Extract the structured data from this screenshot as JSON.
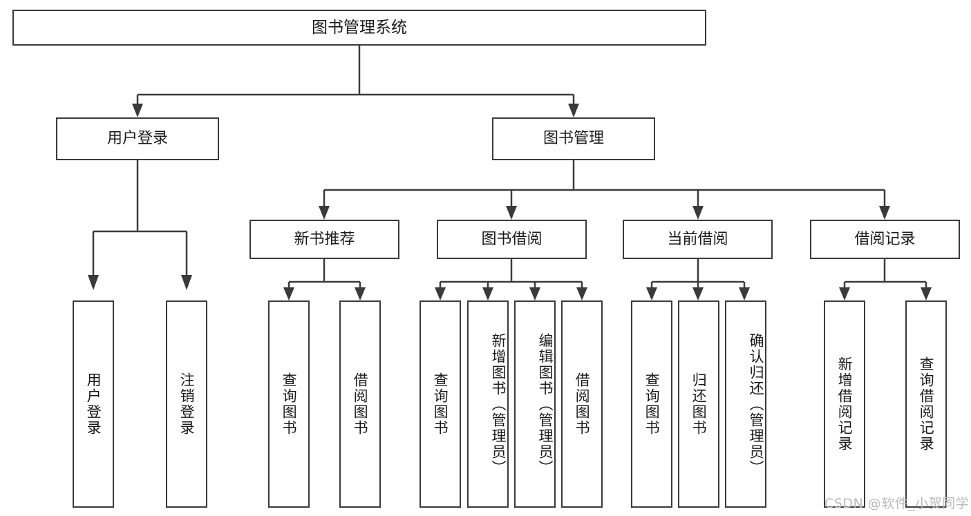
{
  "diagram": {
    "title": "图书管理系统",
    "type": "tree-hierarchy-chart",
    "watermark": "CSDN @软件_小贺同学",
    "root": {
      "label": "图书管理系统"
    },
    "level2": [
      {
        "label": "用户登录"
      },
      {
        "label": "图书管理"
      }
    ],
    "level3": [
      {
        "label": "新书推荐"
      },
      {
        "label": "图书借阅"
      },
      {
        "label": "当前借阅"
      },
      {
        "label": "借阅记录"
      }
    ],
    "leaves": {
      "user_login": [
        {
          "label": "用户登录"
        },
        {
          "label": "注销登录"
        }
      ],
      "new_book_recommend": [
        {
          "label": "查询图书"
        },
        {
          "label": "借阅图书"
        }
      ],
      "book_borrow": [
        {
          "label": "查询图书"
        },
        {
          "label": "新增图书（管理员）"
        },
        {
          "label": "编辑图书（管理员）"
        },
        {
          "label": "借阅图书"
        }
      ],
      "current_borrow": [
        {
          "label": "查询图书"
        },
        {
          "label": "归还图书"
        },
        {
          "label": "确认归还（管理员）"
        }
      ],
      "borrow_record": [
        {
          "label": "新增借阅记录"
        },
        {
          "label": "查询借阅记录"
        }
      ]
    },
    "colors": {
      "border": "#3a3a3a",
      "background": "#ffffff",
      "text": "#1a1a1a",
      "watermark": "#b9b9b9"
    }
  }
}
